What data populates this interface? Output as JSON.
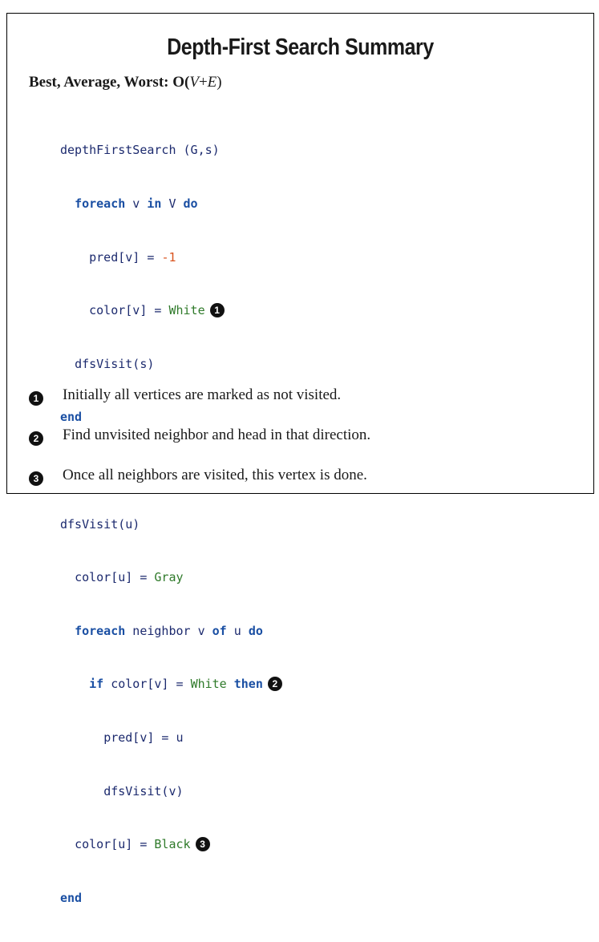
{
  "title": "Depth-First Search Summary",
  "complexity": {
    "label": "Best, Average, Worst:",
    "value_o": "O(",
    "value_v": "V",
    "value_plus": "+",
    "value_e": "E",
    "value_close": ")"
  },
  "code": {
    "l1_name": "depthFirstSearch",
    "l1_args": " (G,s)",
    "l2_kw1": "foreach",
    "l2_v": " v ",
    "l2_kw2": "in",
    "l2_V": " V ",
    "l2_kw3": "do",
    "l3_a": "pred[v] = ",
    "l3_num": "-1",
    "l4_a": "color[v] = ",
    "l4_str": "White",
    "l4_callout": "1",
    "l5": "dfsVisit(s)",
    "l6_kw": "end",
    "l8": "dfsVisit(u)",
    "l9_a": "color[u] = ",
    "l9_str": "Gray",
    "l10_kw1": "foreach",
    "l10_mid": " neighbor v ",
    "l10_kw2": "of",
    "l10_u": " u ",
    "l10_kw3": "do",
    "l11_kw1": "if",
    "l11_a": " color[v] = ",
    "l11_str": "White",
    "l11_kw2": "then",
    "l11_callout": "2",
    "l12": "pred[v] = u",
    "l13": "dfsVisit(v)",
    "l14_a": "color[u] = ",
    "l14_str": "Black",
    "l14_callout": "3",
    "l15_kw": "end"
  },
  "notes": [
    {
      "number": "1",
      "text": "Initially all vertices are marked as not visited."
    },
    {
      "number": "2",
      "text": "Find unvisited neighbor and head in that direction."
    },
    {
      "number": "3",
      "text": "Once all neighbors are visited, this vertex is done."
    }
  ]
}
